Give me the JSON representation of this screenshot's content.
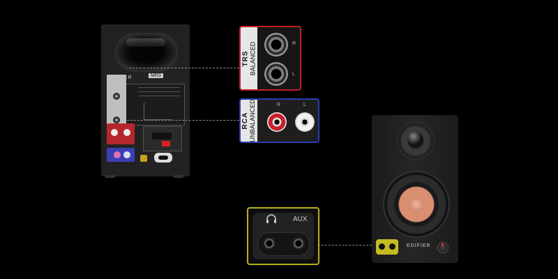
{
  "back_panel": {
    "brand": "EDIFIER",
    "model": "MR3"
  },
  "callouts": {
    "trs": {
      "title": "TRS",
      "subtitle": "BALANCED",
      "jack_right": "R",
      "jack_left": "L",
      "color": "#c0202a"
    },
    "rca": {
      "title": "RCA",
      "subtitle": "UNBALANCED",
      "jack_right": "R",
      "jack_left": "L",
      "color": "#2a3db0"
    },
    "aux": {
      "headphone_icon": "headphones-icon",
      "aux_label": "AUX",
      "color": "#b8b020"
    }
  },
  "front_speaker": {
    "brand": "EDIFIER",
    "woofer_color": "#d98f70",
    "tweeter_color": "#1a1a1a"
  }
}
